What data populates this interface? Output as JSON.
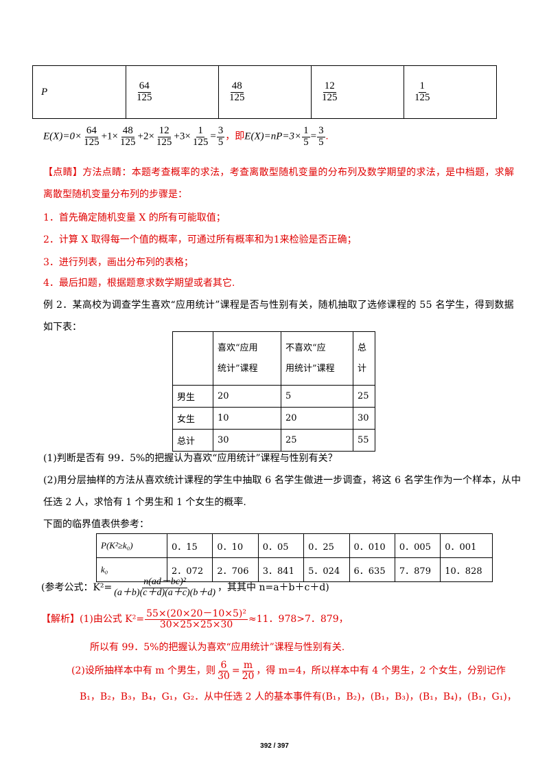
{
  "prob_table": {
    "label": "P",
    "cells": [
      {
        "num": "64",
        "den": "125"
      },
      {
        "num": "48",
        "den": "125"
      },
      {
        "num": "12",
        "den": "125"
      },
      {
        "num": "1",
        "den": "125"
      }
    ]
  },
  "expectation": {
    "lhs": "E(X)=0×",
    "t1": {
      "num": "64",
      "den": "125"
    },
    "p1": "+1×",
    "t2": {
      "num": "48",
      "den": "125"
    },
    "p2": "+2×",
    "t3": {
      "num": "12",
      "den": "125"
    },
    "p3": "+3×",
    "t4": {
      "num": "1",
      "den": "125"
    },
    "eq": "=",
    "r1": {
      "num": "3",
      "den": "5"
    },
    "sep": "，即",
    "lhs2": "E(X)=nP=3×",
    "r2": {
      "num": "1",
      "den": "5"
    },
    "eq2": "=",
    "r3": {
      "num": "3",
      "den": "5"
    },
    "end": "."
  },
  "tip": {
    "line1": "【点睛】方法点睛：本题考查概率的求法，考查离散型随机变量的分布列及数学期望的求法，是中档题，求解",
    "line2": "离散型随机变量分布列的步骤是：",
    "step1": "1．首先确定随机变量 X 的所有可能取值；",
    "step2": "2．计算 X 取得每一个值的概率，可通过所有概率和为1来检验是否正确；",
    "step3": "3．进行列表，画出分布列的表格；",
    "step4": "4．最后扣题，根据题意求数学期望或者其它."
  },
  "example": {
    "line1": "例 2．某高校为调查学生喜欢“应用统计”课程是否与性别有关，随机抽取了选修课程的 55 名学生，得到数据",
    "line2": "如下表："
  },
  "data_table": {
    "headers": [
      "",
      "喜欢“应用\n统计”课程",
      "不喜欢“应\n用统计”课程",
      "总\n计"
    ],
    "h1a": "喜欢“应用",
    "h1b": "统计”课程",
    "h2a": "不喜欢“应",
    "h2b": "用统计”课程",
    "h3a": "总",
    "h3b": "计",
    "rows": [
      [
        "男生",
        "20",
        "5",
        "25"
      ],
      [
        "女生",
        "10",
        "20",
        "30"
      ],
      [
        "总计",
        "30",
        "25",
        "55"
      ]
    ]
  },
  "questions": {
    "q1": "(1)判断是否有 99．5%的把握认为喜欢“应用统计”课程与性别有关？",
    "q2a": "(2)用分层抽样的方法从喜欢统计课程的学生中抽取 6 名学生做进一步调查，将这 6 名学生作为一个样本，从中",
    "q2b": "任选 2 人，求恰有 1 个男生和 1 个女生的概率.",
    "ref": "下面的临界值表供参考："
  },
  "k_table": {
    "row1_label": "P(K²≥k₀)",
    "row1": [
      "0．15",
      "0．10",
      "0．05",
      "0．25",
      "0．010",
      "0．005",
      "0．001"
    ],
    "row2_label": "k₀",
    "row2": [
      "2．072",
      "2．706",
      "3．841",
      "5．024",
      "6．635",
      "7．879",
      "10．828"
    ]
  },
  "formula": {
    "prefix": "(参考公式：K²=",
    "num": "n(ad－bc)²",
    "den": "(a＋b)(c＋d)(a＋c)(b＋d)",
    "suffix": "，其其中 n=a＋b＋c＋d)"
  },
  "solution": {
    "s1_prefix": "【解析】(1)由公式 K²=",
    "s1_num": "55×(20×20－10×5)²",
    "s1_den": "30×25×25×30",
    "s1_suffix": "≈11．978>7．879，",
    "s1_concl": "所以有 99．5%的把握认为喜欢“应用统计”课程与性别有关.",
    "s2_prefix": "(2)设所抽样本中有 m 个男生，则",
    "s2_f1": {
      "num": "6",
      "den": "30"
    },
    "s2_eq": "=",
    "s2_f2": {
      "num": "m",
      "den": "20"
    },
    "s2_suffix": "，得 m=4，所以样本中有 4 个男生，2 个女生，分别记作",
    "s2_line2": "B₁，B₂，B₃，B₄，G₁，G₂．从中任选 2 人的基本事件有(B₁，B₂)，(B₁，B₃)，(B₁，B₄)，(B₁，G₁)，"
  },
  "footer": {
    "page": "392 / 397"
  }
}
